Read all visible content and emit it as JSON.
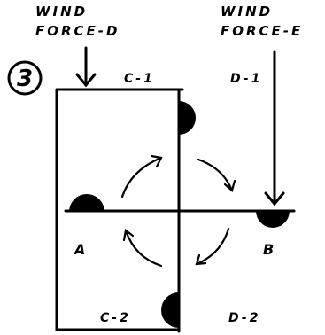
{
  "diagram": {
    "step_number": "3",
    "wind_force_d": {
      "line1": "WIND",
      "line2": "FORCE-D"
    },
    "wind_force_e": {
      "line1": "WIND",
      "line2": "FORCE-E"
    },
    "quadrants": {
      "top_left": "C-1",
      "top_right": "D-1",
      "bottom_left": "C-2",
      "bottom_right": "D-2"
    },
    "points": {
      "a": "A",
      "b": "B"
    }
  }
}
